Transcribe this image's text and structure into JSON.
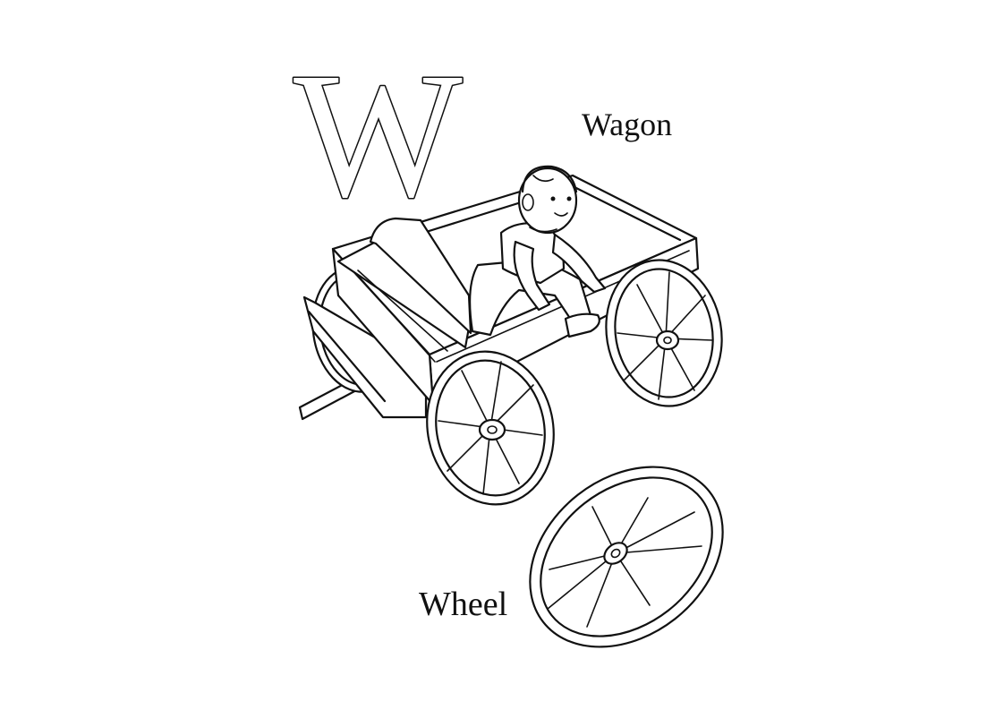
{
  "letter": "W",
  "words": {
    "top": "Wagon",
    "bottom": "Wheel"
  },
  "colors": {
    "background": "#ffffff",
    "ink": "#111111"
  }
}
